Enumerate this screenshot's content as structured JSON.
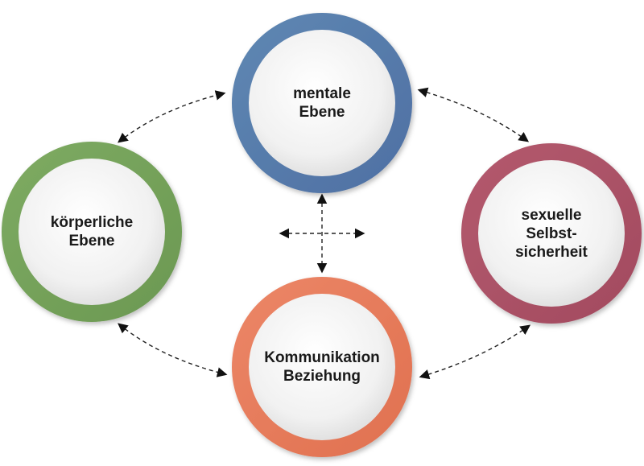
{
  "nodes": [
    {
      "id": "mental",
      "lines": [
        "mentale",
        "Ebene"
      ],
      "color": "#5f88b3",
      "color_dark": "#4e6fa3"
    },
    {
      "id": "body",
      "lines": [
        "körperliche",
        "Ebene"
      ],
      "color": "#7eab62",
      "color_dark": "#6b9852"
    },
    {
      "id": "sexual",
      "lines": [
        "sexuelle",
        "Selbst-",
        "sicherheit"
      ],
      "color": "#b45a6e",
      "color_dark": "#a24a5f"
    },
    {
      "id": "communication",
      "lines": [
        "Kommunikation",
        "Beziehung"
      ],
      "color": "#ec8768",
      "color_dark": "#e0704f"
    }
  ],
  "connections": [
    {
      "from": "body",
      "to": "mental",
      "style": "dashed",
      "arrows": "both"
    },
    {
      "from": "mental",
      "to": "sexual",
      "style": "dashed",
      "arrows": "both"
    },
    {
      "from": "body",
      "to": "communication",
      "style": "dashed",
      "arrows": "both"
    },
    {
      "from": "communication",
      "to": "sexual",
      "style": "dashed",
      "arrows": "both"
    }
  ],
  "center_symbol": "four-way-arrows"
}
